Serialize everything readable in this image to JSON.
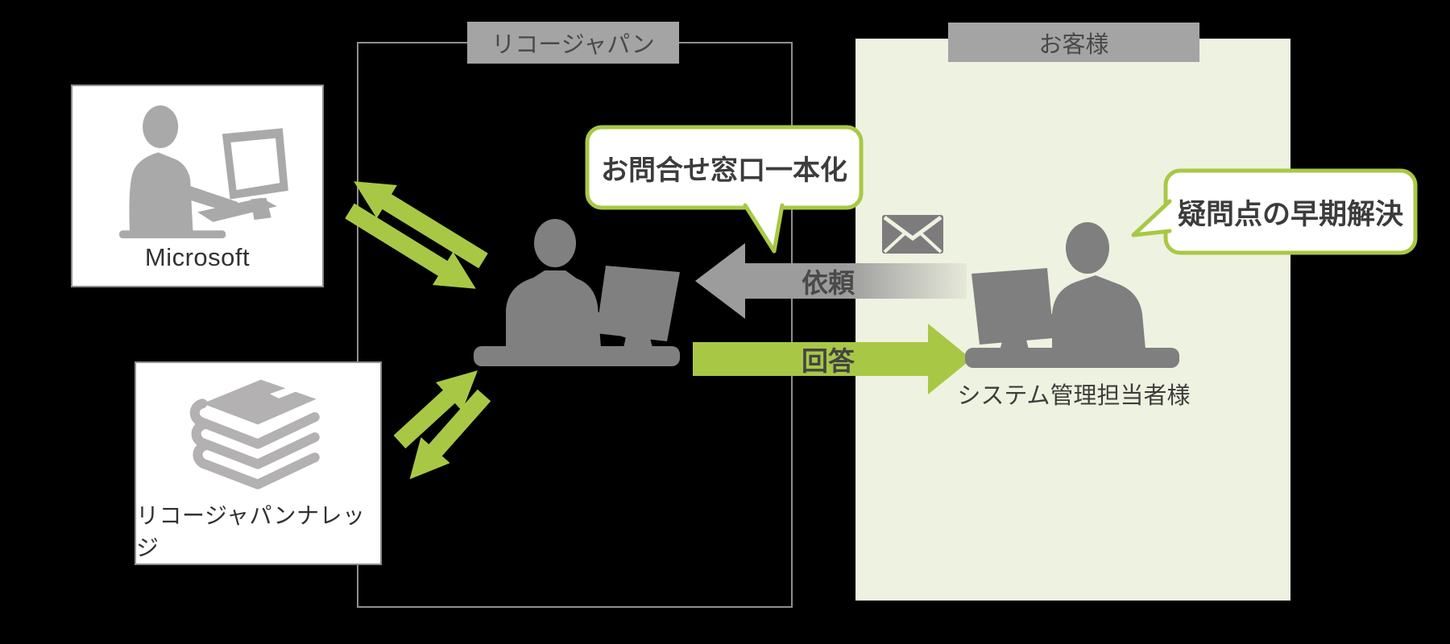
{
  "zones": {
    "ricoh": {
      "label": "リコージャパン"
    },
    "customer": {
      "label": "お客様"
    }
  },
  "nodes": {
    "microsoft": {
      "label": "Microsoft",
      "icon": "person-at-computer-icon"
    },
    "knowledge": {
      "label": "リコージャパンナレッジ",
      "icon": "books-icon"
    },
    "support": {
      "icon": "person-at-computer-icon"
    },
    "admin": {
      "label": "システム管理担当者様",
      "icon": "person-at-computer-icon"
    }
  },
  "bubbles": {
    "consolidation": {
      "text": "お問合せ窓口一本化"
    },
    "resolution": {
      "text": "疑問点の早期解決"
    }
  },
  "arrows": {
    "request": {
      "label": "依頼",
      "direction": "left",
      "color": "#9c9c9c"
    },
    "answer": {
      "label": "回答",
      "direction": "right",
      "color": "#a8c845"
    },
    "exchange_microsoft": {
      "type": "double-green"
    },
    "exchange_knowledge": {
      "type": "double-green"
    }
  },
  "icons": {
    "mail": "envelope-icon"
  },
  "colors": {
    "background": "#000000",
    "accent_green": "#a8c845",
    "panel_green": "#eef2e0",
    "label_gray": "#a4a4a4",
    "silhouette_gray": "#808080",
    "silhouette_light_gray": "#a9a9a9",
    "books_gray": "#b3b1b1",
    "envelope_gray": "#7e7b7c",
    "text_dark": "#3c3c3c"
  }
}
